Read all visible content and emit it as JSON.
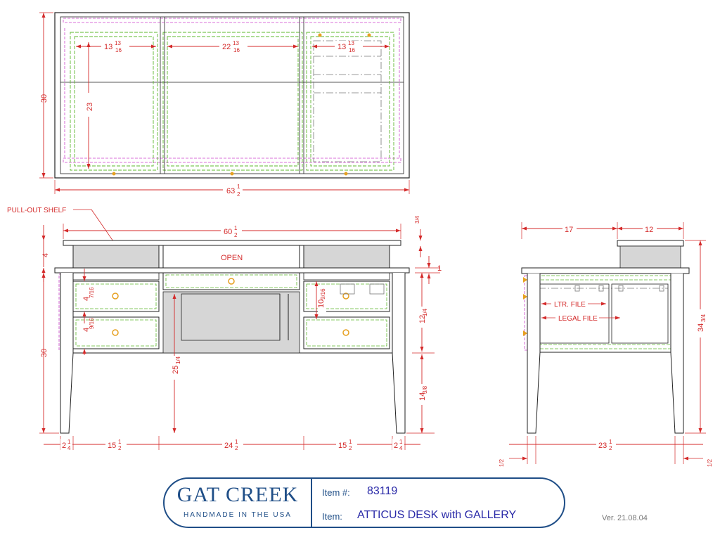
{
  "top_view": {
    "dims": {
      "depth": "30",
      "total_width": "63",
      "left_bay": "13",
      "center_bay": "22",
      "right_bay": "13",
      "bay_depth": "23"
    }
  },
  "front_view": {
    "callout": "PULL-OUT SHELF",
    "open_label": "OPEN",
    "dims": {
      "top_width": "60",
      "gallery_height": "4",
      "gallery_top_thickness": "3/4",
      "top_thickness": "1",
      "height": "30",
      "drawer_1": "4",
      "drawer_2": "4",
      "file_drawer": "10",
      "apron_height": "12",
      "knee_clearance": "25",
      "leg_height": "14",
      "leg_left": "2",
      "left_bay": "15",
      "center_bay": "24",
      "right_bay": "15",
      "leg_right": "2"
    }
  },
  "side_view": {
    "labels": {
      "ltr_file": "LTR. FILE",
      "legal_file": "LEGAL FILE"
    },
    "dims": {
      "depth_front": "17",
      "gallery_depth": "12",
      "total_height": "34",
      "inner_depth": "23",
      "leg_offset_left": "1/2",
      "leg_offset_right": "1/2"
    }
  },
  "title_block": {
    "brand": "GAT CREEK",
    "tagline": "HANDMADE IN THE USA",
    "item_no_label": "Item #:",
    "item_no": "83119",
    "item_label": "Item:",
    "item_name": "ATTICUS DESK with GALLERY"
  },
  "version": "Ver. 21.08.04",
  "colors": {
    "dimension": "#d42a2a",
    "outline": "#222222",
    "hidden_green": "#5cb82e",
    "hidden_magenta": "#cc44cc",
    "panel_gray": "#d6d6d6",
    "hardware": "#e6a020",
    "brand_blue": "#1f4e87"
  }
}
